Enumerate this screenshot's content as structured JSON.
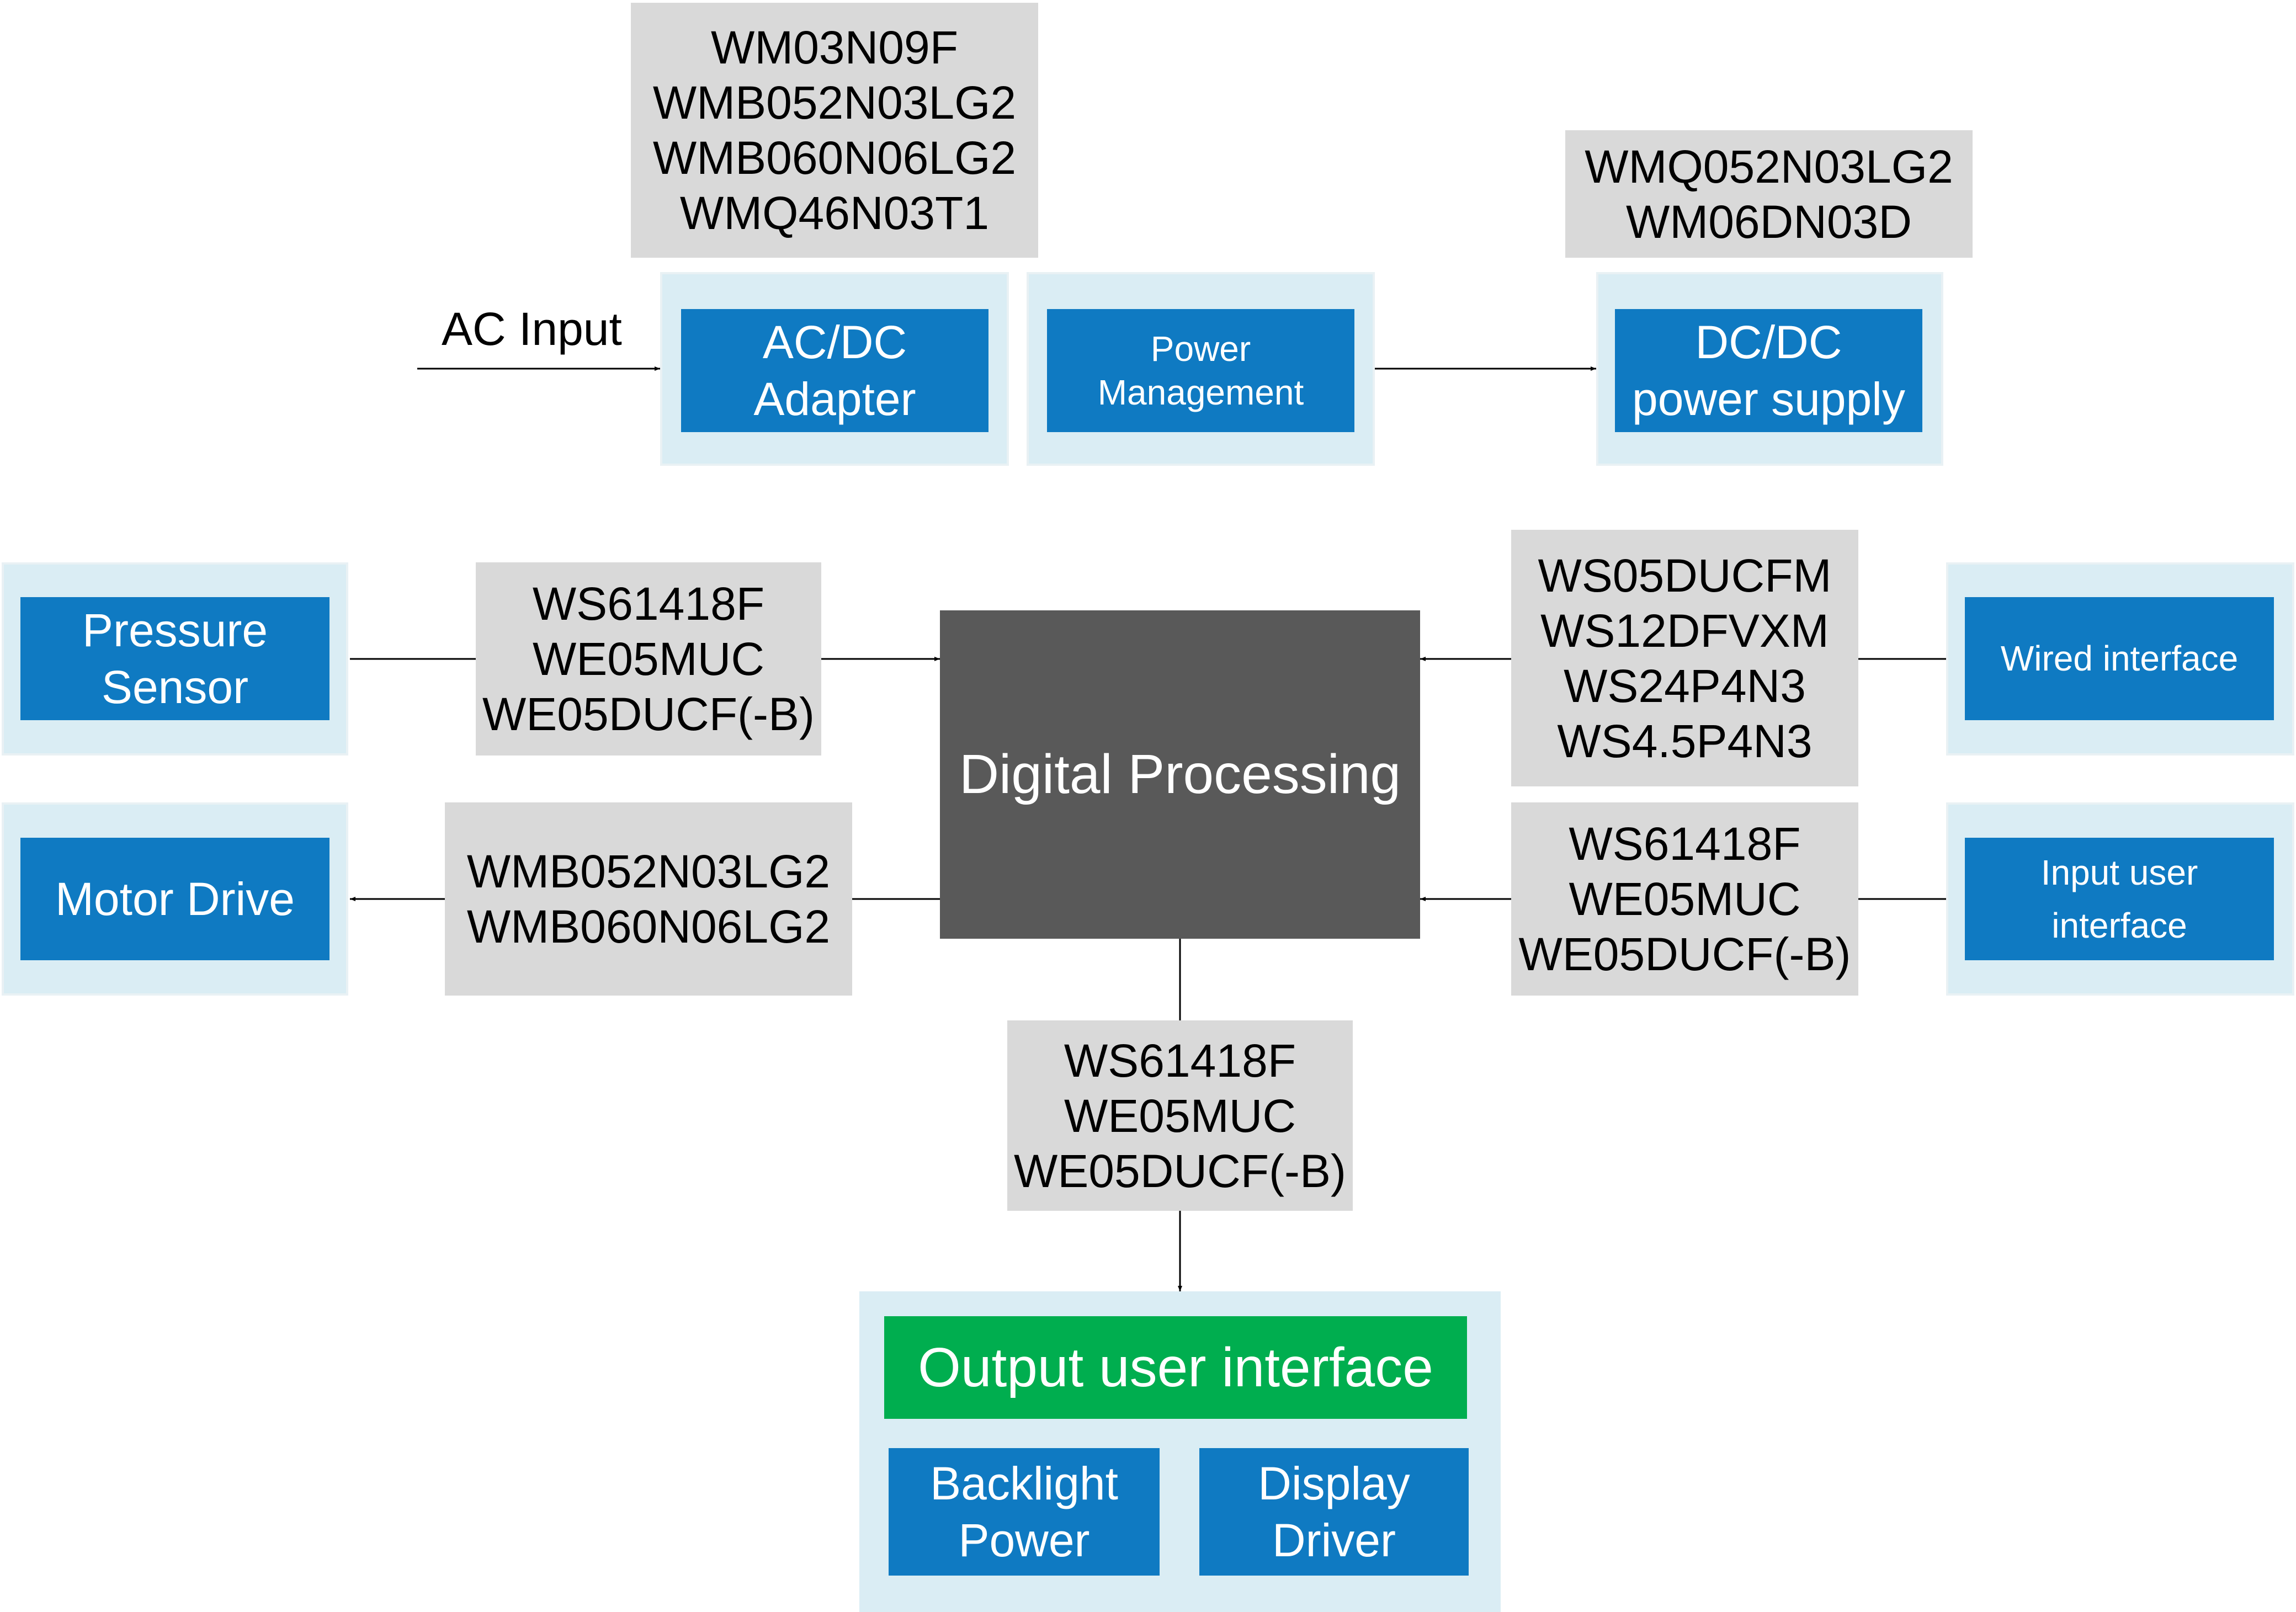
{
  "colors": {
    "block_blue": "#0F7AC2",
    "container_light_blue": "#DAEDF4",
    "part_gray": "#D9D9D9",
    "processor_dark": "#595959",
    "output_green": "#00AE4F"
  },
  "power_section": {
    "ac_input_label": "AC Input",
    "acdc_adapter": "AC/DC Adapter",
    "power_management": "Power Management",
    "dcdc_supply": "DC/DC power supply",
    "acdc_parts": [
      "WM03N09F",
      "WMB052N03LG2",
      "WMB060N06LG2",
      "WMQ46N03T1"
    ],
    "dcdc_parts": [
      "WMQ052N03LG2",
      "WM06DN03D"
    ]
  },
  "core": {
    "digital_processing": "Digital Processing"
  },
  "left_blocks": {
    "pressure_sensor": "Pressure Sensor",
    "pressure_parts": [
      "WS61418F",
      "WE05MUC",
      "WE05DUCF(-B)"
    ],
    "motor_drive": "Motor Drive",
    "motor_parts": [
      "WMB052N03LG2",
      "WMB060N06LG2"
    ]
  },
  "right_blocks": {
    "wired_interface": "Wired interface",
    "wired_parts": [
      "WS05DUCFM",
      "WS12DFVXM",
      "WS24P4N3",
      "WS4.5P4N3"
    ],
    "input_user_interface": "Input user interface",
    "input_parts": [
      "WS61418F",
      "WE05MUC",
      "WE05DUCF(-B)"
    ]
  },
  "output_section": {
    "output_parts": [
      "WS61418F",
      "WE05MUC",
      "WE05DUCF(-B)"
    ],
    "output_user_interface": "Output user interface",
    "backlight_power": "Backlight Power",
    "display_driver": "Display Driver"
  }
}
